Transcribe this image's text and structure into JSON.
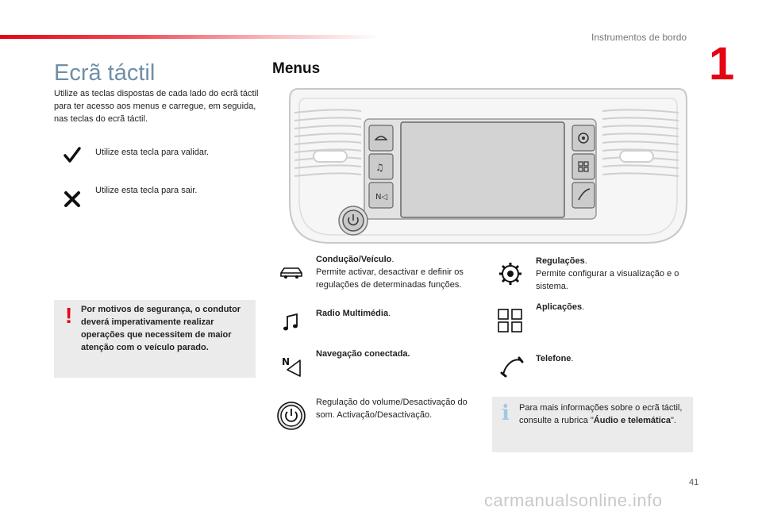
{
  "header": {
    "section": "Instrumentos de bordo",
    "chapter": "1"
  },
  "left": {
    "title": "Ecrã táctil",
    "intro": "Utilize as teclas dispostas de cada lado do ecrã táctil para ter acesso aos menus e carregue, em seguida, nas teclas do ecrã táctil.",
    "validate_text": "Utilize esta tecla para validar.",
    "exit_text": "Utilize esta tecla para sair.",
    "warning": "Por motivos de segurança, o condutor deverá imperativamente realizar operações que necessitem de maior atenção com o veículo parado."
  },
  "menus": {
    "title": "Menus",
    "driving": {
      "label": "Condução/Veículo",
      "desc": "Permite activar, desactivar e definir os regulações de determinadas funções."
    },
    "radio": {
      "label": "Radio Multimédia"
    },
    "nav": {
      "label": "Navegação conectada."
    },
    "volume": {
      "desc": "Regulação do volume/Desactivação do som. Activação/Desactivação."
    },
    "settings": {
      "label": "Regulações",
      "desc": "Permite configurar a visualização e o sistema."
    },
    "apps": {
      "label": "Aplicações"
    },
    "phone": {
      "label": "Telefone"
    },
    "info_pre": "Para mais informações sobre o ecrã táctil, consulte a rubrica \"",
    "info_bold": "Áudio e telemática",
    "info_post": "\"."
  },
  "footer": {
    "page": "41",
    "watermark": "carmanualsonline.info"
  }
}
